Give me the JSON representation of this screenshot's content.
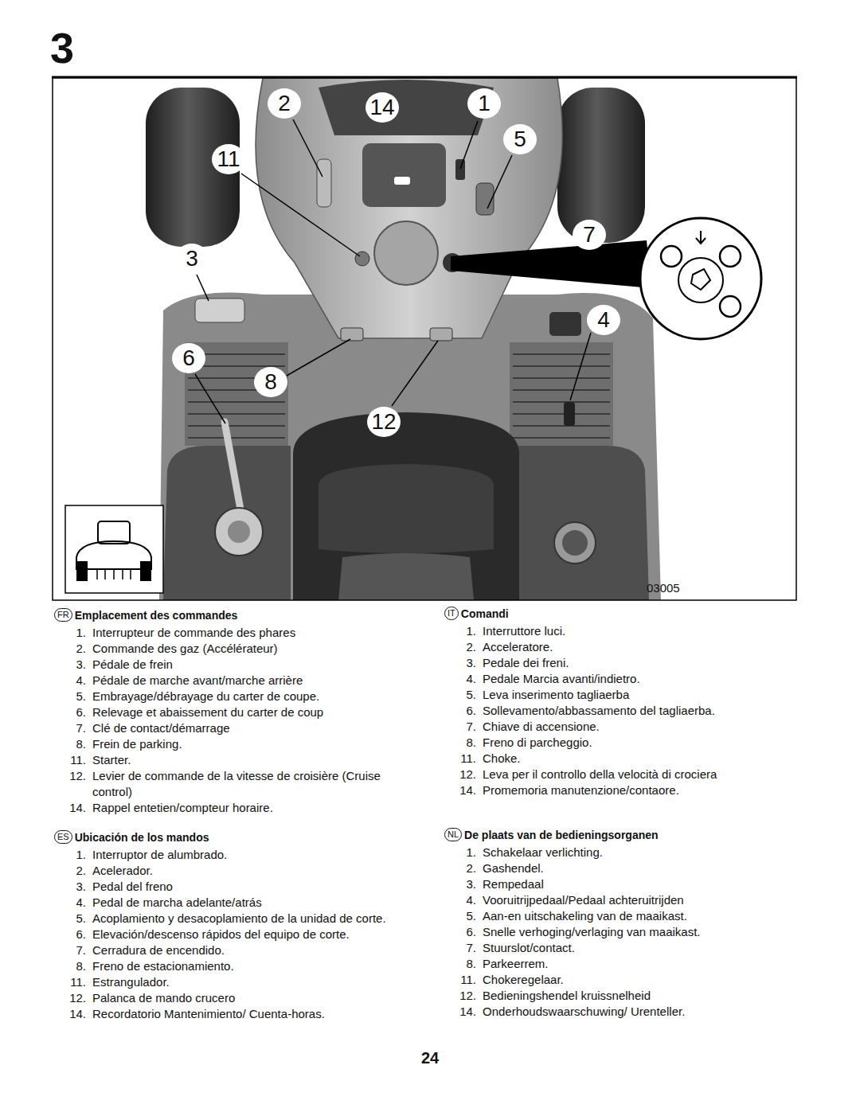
{
  "diagram": {
    "title": "3",
    "labels": [
      "2",
      "14",
      "1",
      "11",
      "5",
      "7",
      "3",
      "4",
      "6",
      "8",
      "12",
      "03005",
      "FR",
      "Emplacement des commandes",
      "1.",
      "Interrupteur de commande des phares",
      "2.",
      "Commande des gaz (Accélérateur)",
      "3.",
      "Pédale de frein",
      "4.",
      "Pédale de marche avant/marche arrière",
      "5.",
      "Embrayage/débrayage du carter de coupe.",
      "6.",
      "Relevage et abaissement du carter de coup",
      "7.",
      "Clé de contact/démarrage",
      "8.",
      "Frein de parking.",
      "11.",
      "Starter.",
      "12.",
      "Levier de commande de la vitesse de croisière (Cruise control)",
      "14.",
      "Rappel entetien/compteur horaire.",
      "ES",
      "Ubicación de los mandos",
      "1.",
      "Interruptor de alumbrado.",
      "2.",
      "Acelerador.",
      "3.",
      "Pedal del freno",
      "4.",
      "Pedal de marcha adelante/atrás",
      "5.",
      "Acoplamiento y desacoplamiento de la unidad de corte.",
      "6.",
      "Elevación/descenso rápidos del equipo de corte.",
      "7.",
      "Cerradura de encendido.",
      "8.",
      "Freno de estacionamiento.",
      "11.",
      "Estrangulador.",
      "12.",
      "Palanca de mando crucero",
      "14.",
      "Recordatorio Mantenimiento/ Cuenta-horas.",
      "IT",
      "Comandi",
      "1.",
      "Interruttore luci.",
      "2.",
      "Acceleratore.",
      "3.",
      "Pedale dei freni.",
      "4.",
      "Pedale Marcia avanti/indietro.",
      "5.",
      "Leva inserimento tagliaerba",
      "6.",
      "Sollevamento/abbassamento del tagliaerba.",
      "7.",
      "Chiave di accensione.",
      "8.",
      "Freno di parcheggio.",
      "11.",
      "Choke.",
      "12.",
      "Leva per il controllo della velocità di crociera",
      "14.",
      "Promemoria manutenzione/contaore.",
      "NL",
      "De plaats van de bedieningsorganen",
      "1.",
      "Schakelaar verlichting.",
      "2.",
      "Gashendel.",
      "3.",
      "Rempedaal",
      "4.",
      "Vooruitrijpedaal/Pedaal achteruitrijden",
      "5.",
      "Aan-en uitschakeling van de maaikast.",
      "6.",
      "Snelle verhoging/verlaging van maaikast.",
      "7.",
      "Stuurslot/contact.",
      "8.",
      "Parkeerrem.",
      "11.",
      "Chokeregelaar.",
      "12.",
      "Bedieningshendel kruissnelheid",
      "14.",
      "Onderhoudswaarschuwing/ Urenteller.",
      "24"
    ]
  }
}
